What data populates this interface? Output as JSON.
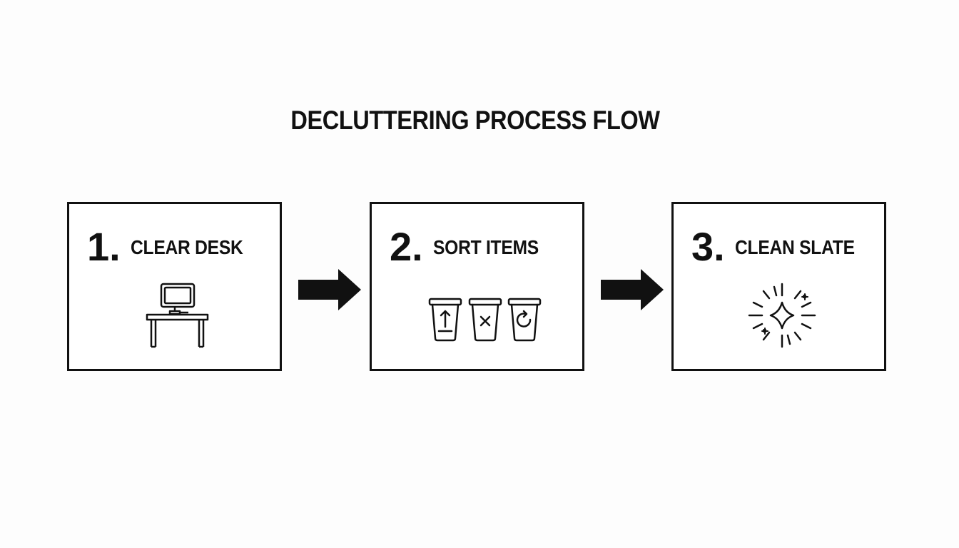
{
  "title": "DECLUTTERING PROCESS FLOW",
  "steps": [
    {
      "number": "1.",
      "label": "CLEAR DESK",
      "icon": "desk-computer-icon"
    },
    {
      "number": "2.",
      "label": "SORT ITEMS",
      "icon": "sort-bins-icon"
    },
    {
      "number": "3.",
      "label": "CLEAN SLATE",
      "icon": "sparkle-icon"
    }
  ],
  "connectors": [
    "arrow-right-icon",
    "arrow-right-icon"
  ],
  "colors": {
    "ink": "#111111",
    "background": "#fdfdfd"
  }
}
